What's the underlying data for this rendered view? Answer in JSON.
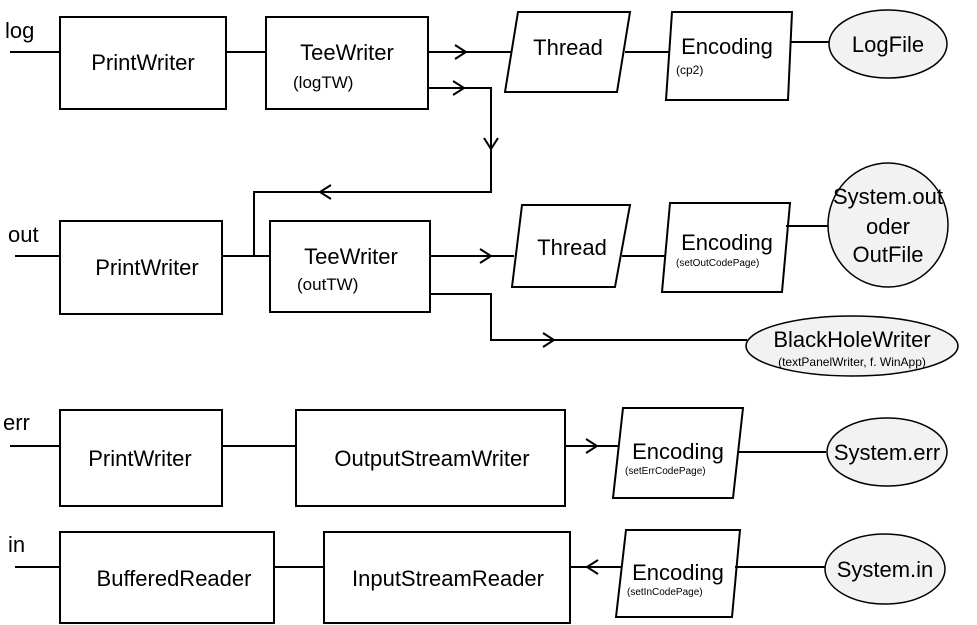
{
  "streams": {
    "log": "log",
    "out": "out",
    "err": "err",
    "in": "in"
  },
  "log_row": {
    "printwriter": "PrintWriter",
    "teewriter": "TeeWriter",
    "teewriter_sub": "(logTW)",
    "thread": "Thread",
    "encoding": "Encoding",
    "encoding_sub": "(cp2)",
    "logfile": "LogFile"
  },
  "out_row": {
    "printwriter": "PrintWriter",
    "teewriter": "TeeWriter",
    "teewriter_sub": "(outTW)",
    "thread": "Thread",
    "encoding": "Encoding",
    "encoding_sub": "(setOutCodePage)",
    "target_line1": "System.out",
    "target_line2": "oder",
    "target_line3": "OutFile",
    "blackhole": "BlackHoleWriter",
    "blackhole_sub": "(textPanelWriter, f. WinApp)"
  },
  "err_row": {
    "printwriter": "PrintWriter",
    "outputstreamwriter": "OutputStreamWriter",
    "encoding": "Encoding",
    "encoding_sub": "(setErrCodePage)",
    "target": "System.err"
  },
  "in_row": {
    "bufferedreader": "BufferedReader",
    "inputstreamreader": "InputStreamReader",
    "encoding": "Encoding",
    "encoding_sub": "(setInCodePage)",
    "target": "System.in"
  }
}
